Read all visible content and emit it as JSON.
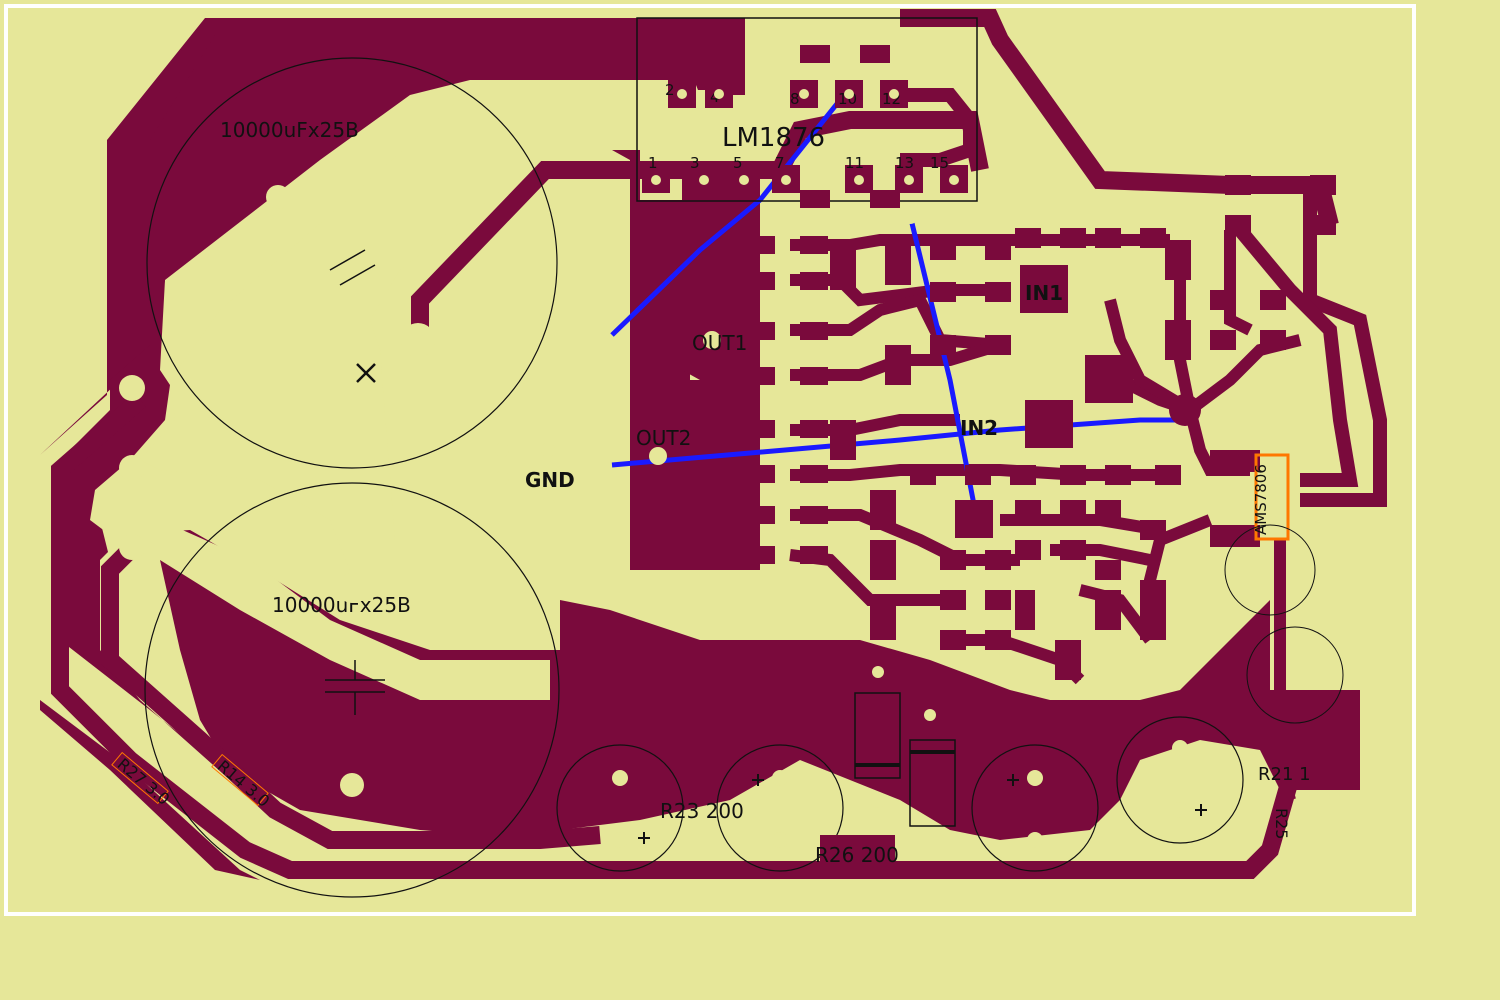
{
  "colors": {
    "background": "#e6e799",
    "copper": "#7a0a3c",
    "board_outline": "#ffffff",
    "jumper": "#1a1aff",
    "silkscreen": "#111111",
    "highlight": "#ff7700"
  },
  "ic": {
    "name": "LM1876",
    "pins_top": [
      "2",
      "4",
      "8",
      "10",
      "12"
    ],
    "pins_bottom": [
      "1",
      "3",
      "5",
      "7",
      "11",
      "13",
      "15"
    ]
  },
  "capacitors": {
    "top": "10000uFx25B",
    "bottom": "10000uFx25B"
  },
  "connectors": {
    "out1": "OUT1",
    "out2": "OUT2",
    "gnd": "GND",
    "in1": "IN1",
    "in2": "IN2"
  },
  "regulator": "AMS7806",
  "resistors": {
    "r27": "R27 3.0",
    "r14": "R14 3.0",
    "r23": "R23 200",
    "r26": "R26 200",
    "r21": "R21 1",
    "r25": "R25"
  },
  "icons": {
    "cap_symbol": "capacitor-icon",
    "cross_mark": "cross-icon",
    "plus": "plus-icon"
  }
}
